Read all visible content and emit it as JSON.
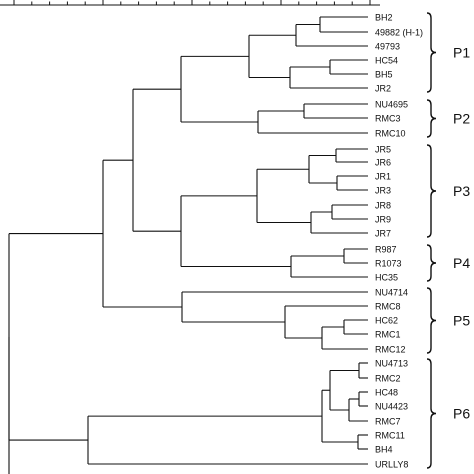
{
  "leaves": [
    "BH2",
    "49882 (H-1)",
    "49793",
    "HC54",
    "BH5",
    "JR2",
    "NU4695",
    "RMC3",
    "RMC10",
    "JR5",
    "JR6",
    "JR1",
    "JR3",
    "JR8",
    "JR9",
    "JR7",
    "R987",
    "R1073",
    "HC35",
    "NU4714",
    "RMC8",
    "HC62",
    "RMC1",
    "RMC12",
    "NU4713",
    "RMC2",
    "HC48",
    "NU4423",
    "RMC7",
    "RMC11",
    "BH4",
    "URLLY8"
  ],
  "groups": [
    {
      "label": "P1",
      "first": 0,
      "last": 5
    },
    {
      "label": "P2",
      "first": 6,
      "last": 8
    },
    {
      "label": "P3",
      "first": 9,
      "last": 15
    },
    {
      "label": "P4",
      "first": 16,
      "last": 18
    },
    {
      "label": "P5",
      "first": 19,
      "last": 23
    },
    {
      "label": "P6",
      "first": 24,
      "last": 31
    }
  ],
  "tree": [
    [
      [
        [
          [
            [
              [
                "BH2",
                "49882 (H-1)"
              ],
              "49793"
            ],
            [
              [
                "HC54",
                "BH5"
              ],
              "JR2"
            ]
          ],
          [
            [
              "NU4695",
              "RMC3"
            ],
            "RMC10"
          ]
        ],
        [
          [
            [
              [
                [
                  "JR5",
                  "JR6"
                ],
                [
                  "JR1",
                  "JR3"
                ]
              ],
              [
                [
                  "JR8",
                  "JR9"
                ],
                "JR7"
              ]
            ]
          ],
          [
            [
              "R987",
              "R1073"
            ],
            "HC35"
          ]
        ]
      ],
      [
        "NU4714",
        [
          "RMC8",
          [
            [
              "HC62",
              "RMC1"
            ],
            "RMC12"
          ]
        ]
      ]
    ],
    [
      [
        [
          [
            "NU4713",
            "RMC2"
          ],
          [
            [
              "HC48",
              "NU4423"
            ],
            "RMC7"
          ]
        ],
        [
          "RMC11",
          "BH4"
        ]
      ],
      "URLLY8"
    ]
  ]
}
